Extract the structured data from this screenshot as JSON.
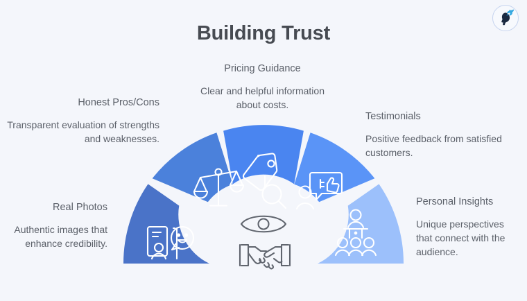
{
  "page": {
    "title": "Building Trust",
    "background_color": "#f4f6fb",
    "title_color": "#474b52",
    "text_color": "#5b6069"
  },
  "logo": {
    "name": "woman-butterfly-logo",
    "silhouette_color": "#1b2a41",
    "butterfly_color": "#34a8e0",
    "ring_color": "#c6d4ef"
  },
  "diagram": {
    "type": "semicircle-segments",
    "hub": {
      "icons": [
        "eye-icon",
        "handshake-icon"
      ],
      "icon_color": "#5b6069",
      "fill": "#f1f4fa"
    },
    "segments": [
      {
        "id": "real-photos",
        "heading": "Real Photos",
        "body": "Authentic images that enhance credibility.",
        "color": "#4a73c8",
        "icon": "person-speech-bubble-icon",
        "align": "right"
      },
      {
        "id": "honest-pros-cons",
        "heading": "Honest Pros/Cons",
        "body": "Transparent evaluation of strengths and weaknesses.",
        "color": "#4b81db",
        "icon": "balance-scale-icon",
        "align": "right"
      },
      {
        "id": "pricing-guidance",
        "heading": "Pricing Guidance",
        "body": "Clear and helpful information about costs.",
        "color": "#4a85f0",
        "icon": "price-tag-search-icon",
        "align": "center"
      },
      {
        "id": "testimonials",
        "heading": "Testimonials",
        "body": "Positive feedback from satisfied customers.",
        "color": "#5a94f7",
        "icon": "testimonial-thumbsup-icon",
        "align": "left"
      },
      {
        "id": "personal-insights",
        "heading": "Personal Insights",
        "body": "Unique perspectives that connect with the audience.",
        "color": "#9cc0fb",
        "icon": "speaker-audience-icon",
        "align": "left"
      }
    ]
  }
}
